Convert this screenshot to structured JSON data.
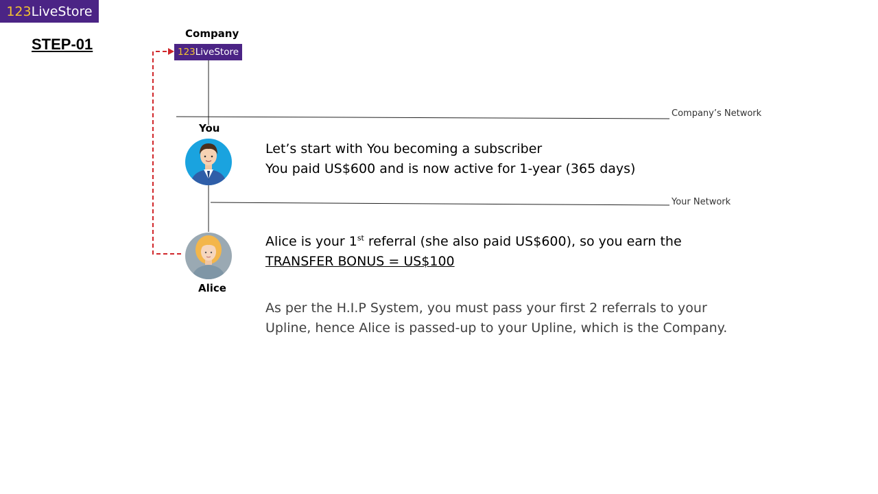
{
  "brand": {
    "num": "123",
    "name": "LiveStore"
  },
  "step_title": "STEP-01",
  "company": {
    "label": "Company",
    "logo_num": "123",
    "logo_name": "LiveStore"
  },
  "you": {
    "label": "You"
  },
  "alice": {
    "label": "Alice"
  },
  "networks": {
    "company": "Company’s Network",
    "yours": "Your Network"
  },
  "text": {
    "you_line1": "Let’s start with You becoming a subscriber",
    "you_line2": "You paid US$600 and is now active for 1-year (365 days)",
    "alice_line1_a": "Alice is your 1",
    "alice_line1_sup": "st",
    "alice_line1_b": " referral (she also paid US$600), so you earn the",
    "alice_line2": "TRANSFER BONUS = US$100",
    "hip_line1": "As per the H.I.P System, you must pass your first 2 referrals to your",
    "hip_line2": "Upline, hence Alice is passed-up to your Upline, which is the Company."
  },
  "colors": {
    "brand_purple": "#4b2485",
    "logo_yellow": "#f2c230",
    "arrow_red": "#d0262a",
    "you_bg": "#1aa3df",
    "alice_bg": "#9aa9b3"
  }
}
